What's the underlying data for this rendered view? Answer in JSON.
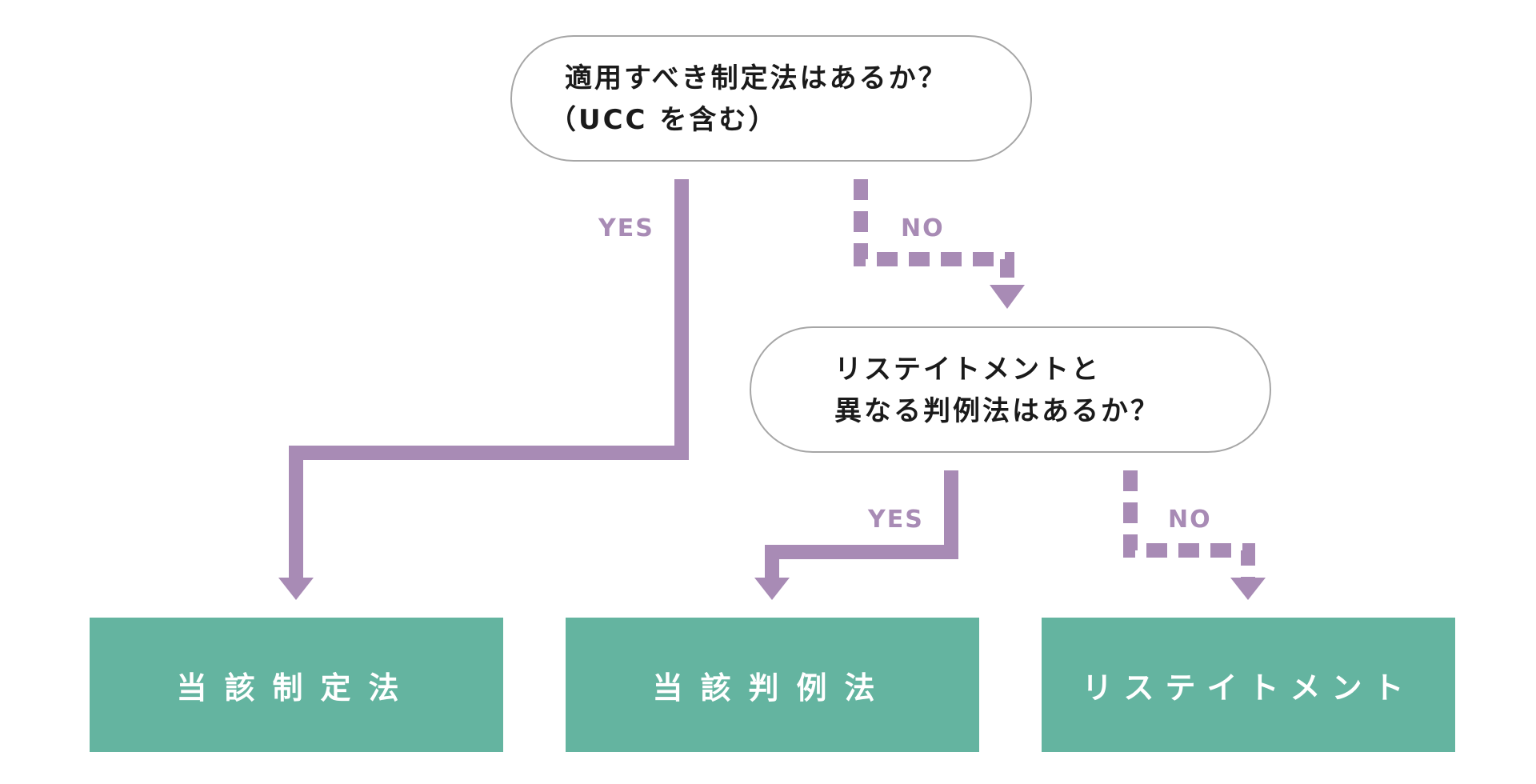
{
  "nodes": {
    "q1": {
      "line1": "適用すべき制定法はあるか？",
      "line2": "（UCC を含む）"
    },
    "q2": {
      "line1": "リステイトメントと",
      "line2": "異なる判例法はあるか？"
    },
    "r1": {
      "label": "当該制定法"
    },
    "r2": {
      "label": "当該判例法"
    },
    "r3": {
      "label": "リステイトメント"
    }
  },
  "edges": {
    "q1_yes": "YES",
    "q1_no": "NO",
    "q2_yes": "YES",
    "q2_no": "NO"
  },
  "colors": {
    "arrow": "#a88bb5",
    "result_box": "#64b4a0",
    "pill_border": "#a6a6a6"
  }
}
